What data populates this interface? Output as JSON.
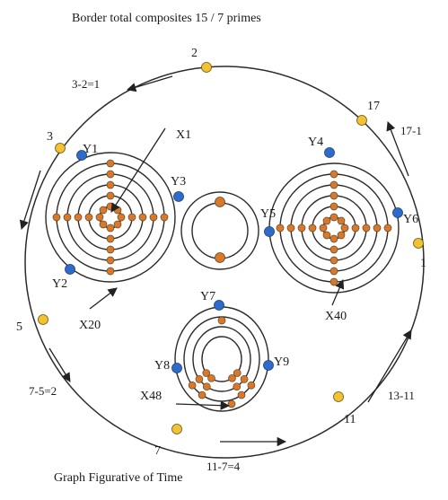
{
  "title": "Border total composites 15 / 7 primes",
  "caption": "Graph Figurative of Time",
  "colors": {
    "line": "#2b2b2b",
    "dot_orange": "#d9772b",
    "dot_blue": "#2f6cc9",
    "dot_yellow": "#f1c232",
    "dot_outline": "#5a4a2a"
  },
  "border_primes": {
    "p2": "2",
    "p3": "3",
    "p5": "5",
    "p7": "7",
    "p11": "11",
    "p13": "1",
    "p17": "17"
  },
  "differences": {
    "d3_2": "3-2=1",
    "d7_5": "7-5=2",
    "d11_7": "11-7=4",
    "d13_11": "13-11",
    "d17_13": "17-1"
  },
  "node_labels": {
    "x1": "X1",
    "x20": "X20",
    "x40": "X40",
    "x48": "X48",
    "y1": "Y1",
    "y2": "Y2",
    "y3": "Y3",
    "y4": "Y4",
    "y5": "Y5",
    "y6": "Y6",
    "y7": "Y7",
    "y8": "Y8",
    "y9": "Y9"
  }
}
